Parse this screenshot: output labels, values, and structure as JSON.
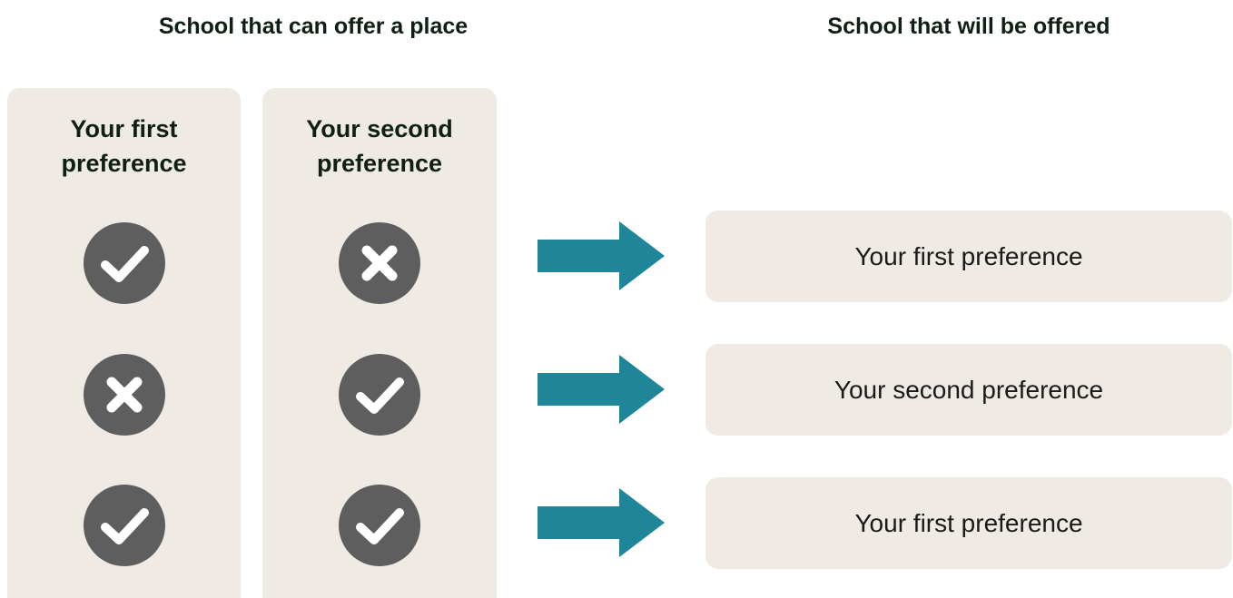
{
  "headings": {
    "can_offer": "School that can offer a place",
    "will_be_offered": "School that will be offered"
  },
  "columns": [
    {
      "title_line1": "Your first",
      "title_line2": "preference",
      "marks": [
        "check-icon",
        "cross-icon",
        "check-icon"
      ]
    },
    {
      "title_line1": "Your second",
      "title_line2": "preference",
      "marks": [
        "cross-icon",
        "check-icon",
        "check-icon"
      ]
    }
  ],
  "results": [
    "Your first preference",
    "Your second preference",
    "Your first preference"
  ],
  "colors": {
    "panel": "#efebe4",
    "mark_circle": "#5e5e5e",
    "arrow": "#1f869a",
    "heading_text": "#0f1f14"
  }
}
